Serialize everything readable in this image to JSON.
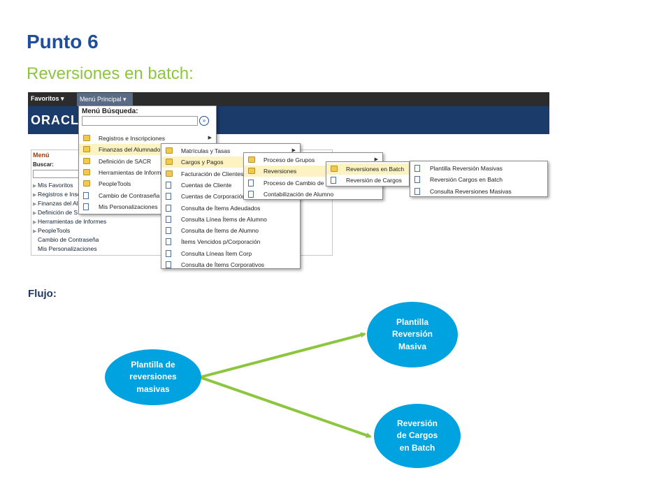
{
  "slide": {
    "title": "Punto 6",
    "subtitle": "Reversiones en batch:",
    "flow_label": "Flujo:"
  },
  "app": {
    "favorites_label": "Favoritos",
    "main_menu_label": "Menú Principal",
    "logo_text": "ORACL"
  },
  "menu_panel": {
    "title": "Menú",
    "search_label": "Buscar:",
    "items": [
      {
        "label": "Mis Favoritos",
        "expand": true
      },
      {
        "label": "Registros e Insc",
        "expand": true
      },
      {
        "label": "Finanzas del Al",
        "expand": true
      },
      {
        "label": "Definición de S",
        "expand": true
      },
      {
        "label": "Herramientas de Informes",
        "expand": true
      },
      {
        "label": "PeopleTools",
        "expand": true
      },
      {
        "label": "Cambio de Contraseña",
        "expand": false
      },
      {
        "label": "Mis Personalizaciones",
        "expand": false
      }
    ]
  },
  "dropdown1": {
    "search_title": "Menú Búsqueda:",
    "items": [
      {
        "label": "Registros e Inscripciones",
        "icon": "folder-icon",
        "arrow": true,
        "highlight": false
      },
      {
        "label": "Finanzas del Alumnado",
        "icon": "folder-icon",
        "arrow": false,
        "highlight": true
      },
      {
        "label": "Definición de SACR",
        "icon": "folder-icon",
        "arrow": false,
        "highlight": false
      },
      {
        "label": "Herramientas de Inform",
        "icon": "folder-icon",
        "arrow": false,
        "highlight": false
      },
      {
        "label": "PeopleTools",
        "icon": "folder-icon",
        "arrow": false,
        "highlight": false
      },
      {
        "label": "Cambio de Contraseña",
        "icon": "page-icon",
        "arrow": false,
        "highlight": false
      },
      {
        "label": "Mis Personalizaciones",
        "icon": "page-icon",
        "arrow": false,
        "highlight": false
      }
    ]
  },
  "dropdown2": {
    "items": [
      {
        "label": "Matrículas y Tasas",
        "icon": "folder-icon",
        "arrow": true,
        "highlight": false
      },
      {
        "label": "Cargos y Pagos",
        "icon": "folder-icon",
        "arrow": false,
        "highlight": true
      },
      {
        "label": "Facturación de Clientes",
        "icon": "folder-icon",
        "arrow": false,
        "highlight": false
      },
      {
        "label": "Cuentas de Cliente",
        "icon": "page-icon",
        "arrow": false,
        "highlight": false
      },
      {
        "label": "Cuentas de Corporación",
        "icon": "page-icon",
        "arrow": false,
        "highlight": false
      },
      {
        "label": "Consulta de Ítems Adeudados",
        "icon": "page-icon",
        "arrow": false,
        "highlight": false
      },
      {
        "label": "Consulta Línea Ítems de Alumno",
        "icon": "page-icon",
        "arrow": false,
        "highlight": false
      },
      {
        "label": "Consulta de Ítems de Alumno",
        "icon": "page-icon",
        "arrow": false,
        "highlight": false
      },
      {
        "label": "Ítems Vencidos p/Corporación",
        "icon": "page-icon",
        "arrow": false,
        "highlight": false
      },
      {
        "label": "Consulta Líneas Ítem Corp",
        "icon": "page-icon",
        "arrow": false,
        "highlight": false
      },
      {
        "label": "Consulta de Ítems Corporativos",
        "icon": "page-icon",
        "arrow": false,
        "highlight": false
      }
    ]
  },
  "dropdown3": {
    "items": [
      {
        "label": "Proceso de Grupos",
        "icon": "folder-icon",
        "arrow": true,
        "highlight": false
      },
      {
        "label": "Reversiones",
        "icon": "folder-icon",
        "arrow": false,
        "highlight": true
      },
      {
        "label": "Proceso de Cambio de",
        "icon": "page-icon",
        "arrow": false,
        "highlight": false
      },
      {
        "label": "Contabilización de Alumno",
        "icon": "page-icon",
        "arrow": false,
        "highlight": false
      }
    ]
  },
  "dropdown4": {
    "items": [
      {
        "label": "Reversiones en Batch",
        "icon": "folder-icon",
        "arrow": false,
        "highlight": true
      },
      {
        "label": "Reversión de Cargos",
        "icon": "page-icon",
        "arrow": false,
        "highlight": false
      }
    ]
  },
  "dropdown5": {
    "items": [
      {
        "label": "Plantilla Reversión Masivas",
        "icon": "page-icon",
        "arrow": false,
        "highlight": false
      },
      {
        "label": "Reversión Cargos en Batch",
        "icon": "page-icon",
        "arrow": false,
        "highlight": false
      },
      {
        "label": "Consulta Reversiones Masivas",
        "icon": "page-icon",
        "arrow": false,
        "highlight": false
      }
    ]
  },
  "flow": {
    "node_source": [
      "Plantilla de",
      "reversiones",
      "masivas"
    ],
    "node_top": [
      "Plantilla",
      "Reversión",
      "Masiva"
    ],
    "node_bottom": [
      "Reversión",
      "de Cargos",
      "en Batch"
    ],
    "node_color": "#00a2e0",
    "arrow_color": "#8cc63f"
  }
}
